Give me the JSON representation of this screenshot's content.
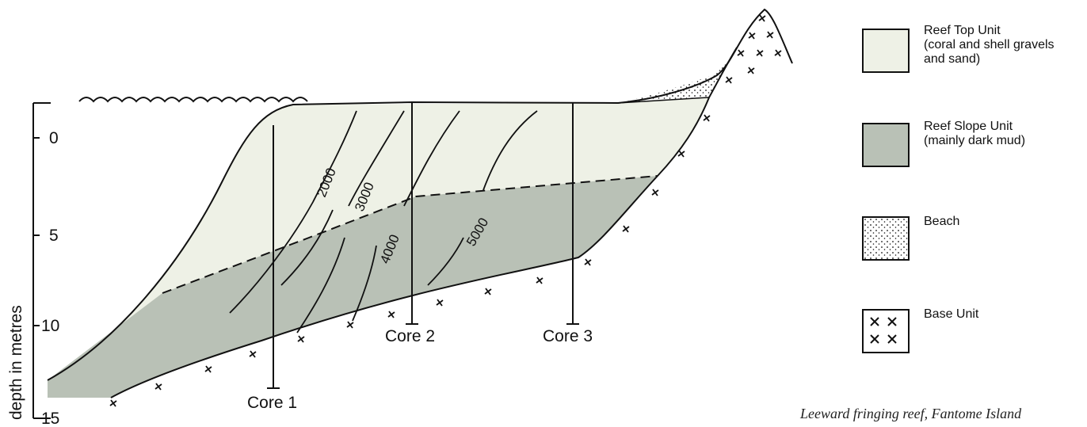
{
  "axis": {
    "title": "depth in metres",
    "ticks": [
      "0",
      "5",
      "10",
      "15"
    ]
  },
  "cores": [
    {
      "label": "Core 1"
    },
    {
      "label": "Core 2"
    },
    {
      "label": "Core 3"
    }
  ],
  "contours": [
    "2000",
    "3000",
    "4000",
    "5000"
  ],
  "legend": [
    {
      "label": "Reef Top Unit\n(coral and shell gravels\n and sand)",
      "color": "#eef1e6",
      "pattern": "plain"
    },
    {
      "label": "Reef Slope Unit\n(mainly dark mud)",
      "color": "#b9c1b6",
      "pattern": "plain"
    },
    {
      "label": "Beach",
      "color": "#ffffff",
      "pattern": "dots"
    },
    {
      "label": "Base Unit",
      "color": "#ffffff",
      "pattern": "crosses"
    }
  ],
  "caption": "Leeward fringing reef, Fantome Island",
  "colors": {
    "reef_top": "#eef1e6",
    "reef_slope": "#b9c1b6",
    "line": "#111111"
  }
}
